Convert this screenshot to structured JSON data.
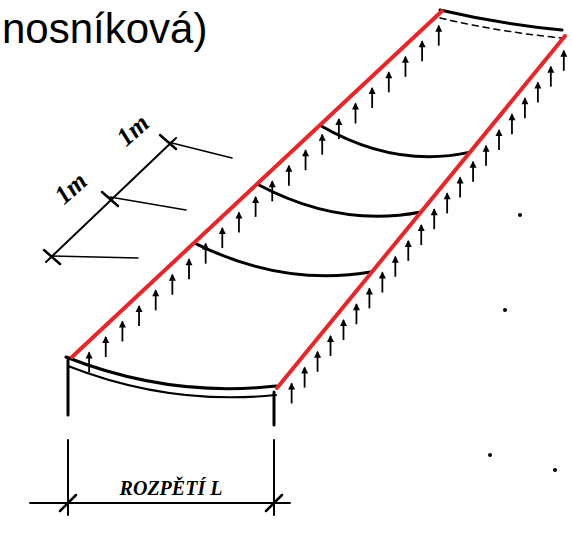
{
  "diagram": {
    "labels": [
      "nosníková)",
      "1m",
      "1m",
      "ROZPĚTÍ L"
    ]
  }
}
